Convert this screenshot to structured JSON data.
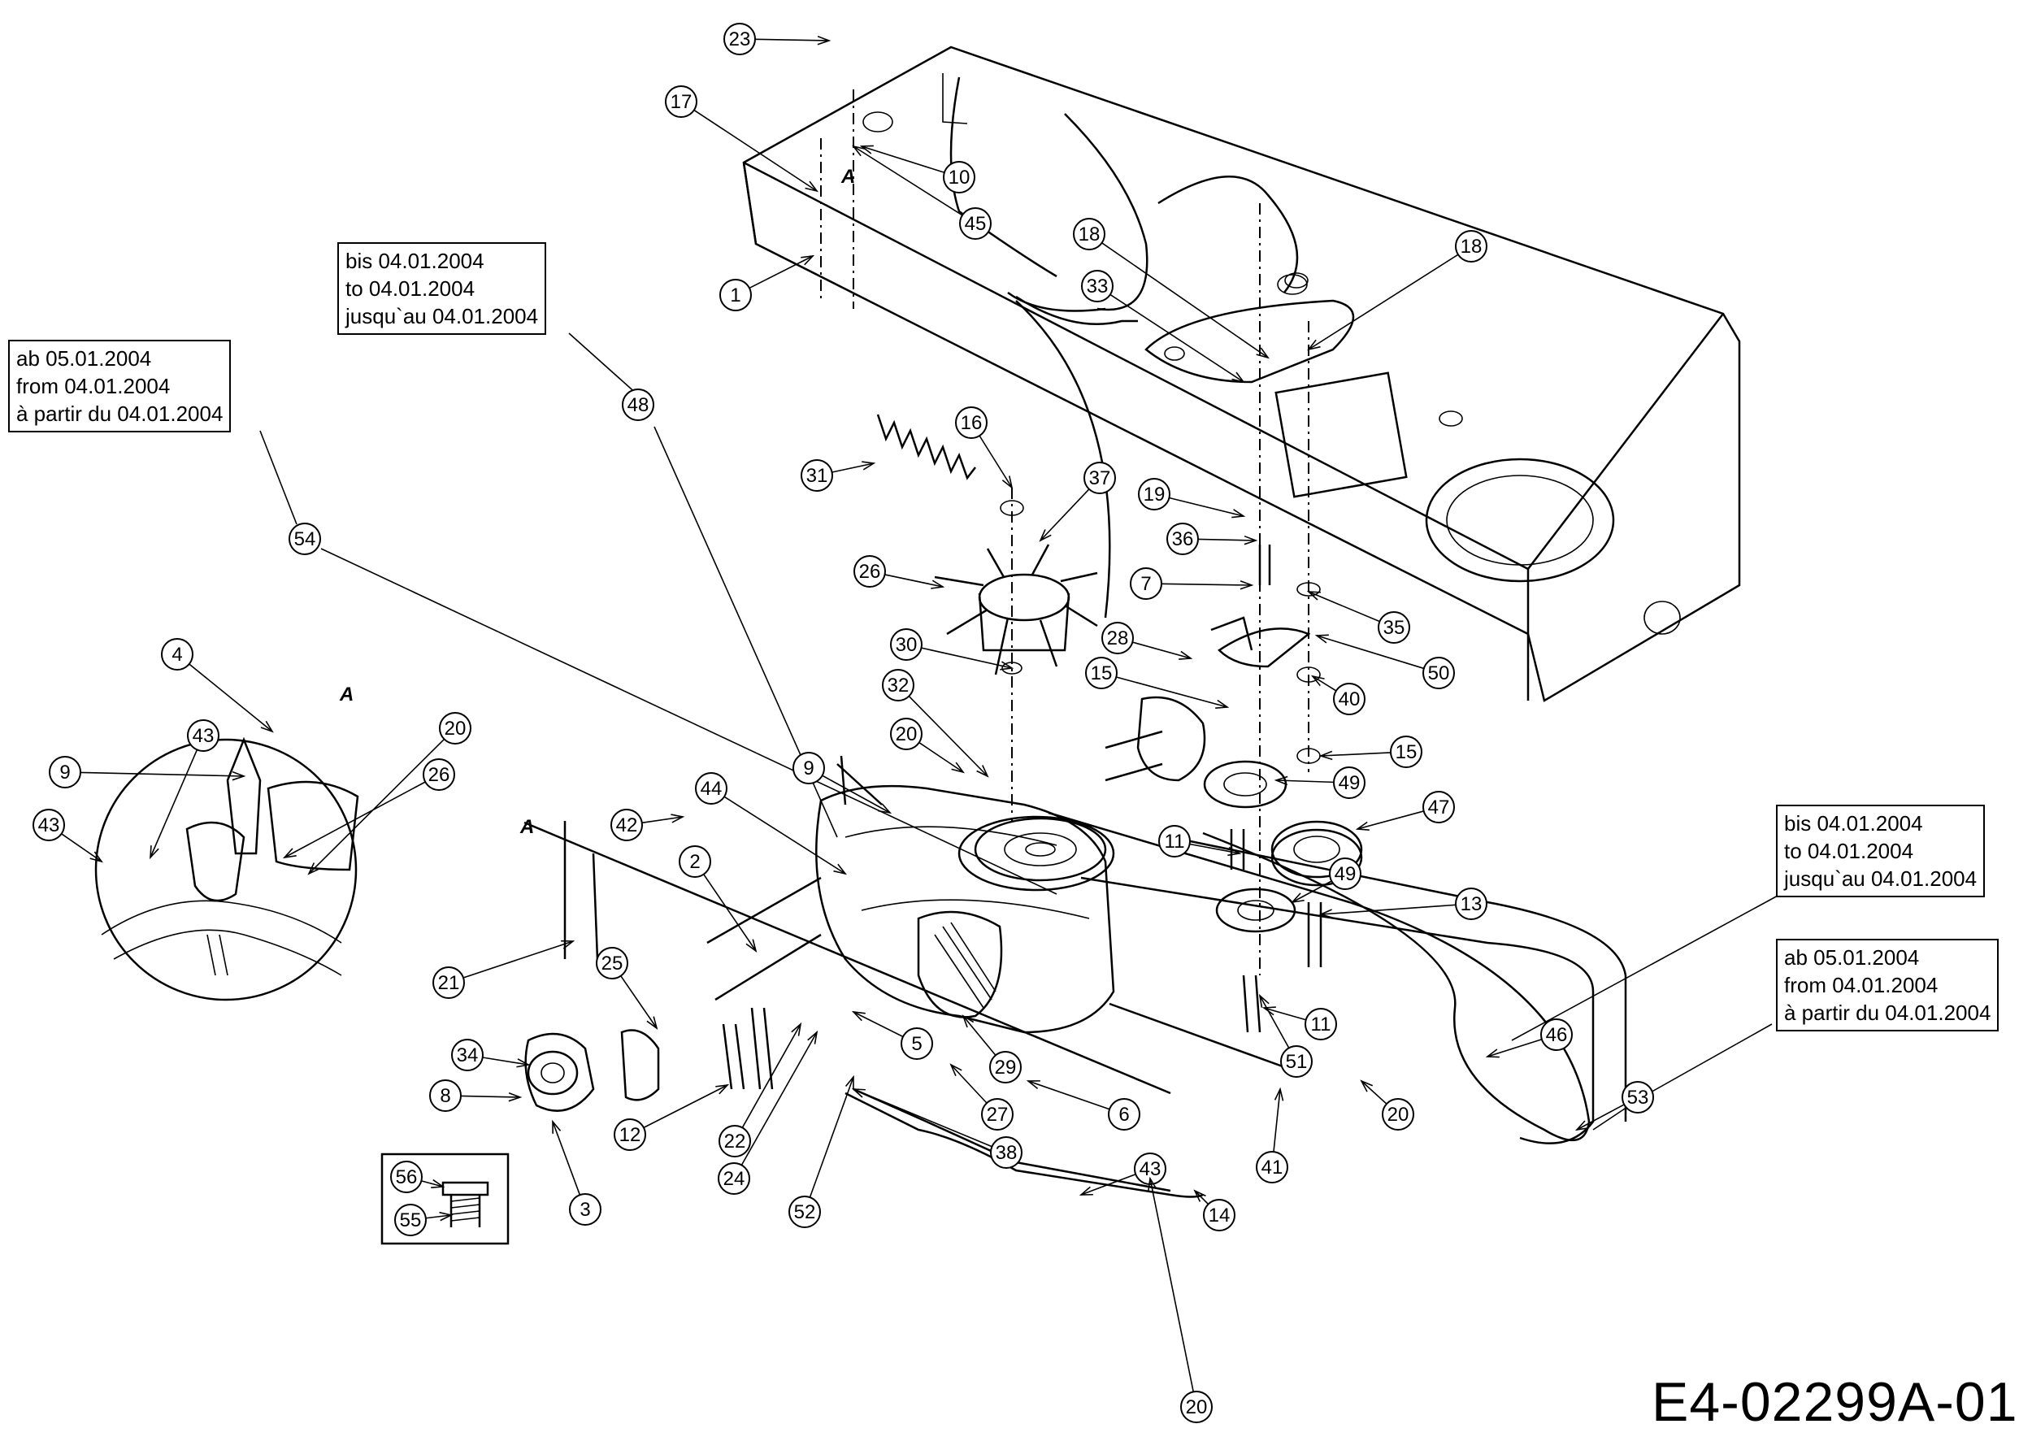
{
  "drawing_number": "E4-02299A-01",
  "notes": {
    "bis_left": [
      "bis 04.01.2004",
      "to 04.01.2004",
      "jusqu`au 04.01.2004"
    ],
    "ab_left": [
      "ab 05.01.2004",
      "from 04.01.2004",
      "à partir du 04.01.2004"
    ],
    "bis_right": [
      "bis 04.01.2004",
      "to 04.01.2004",
      "jusqu`au 04.01.2004"
    ],
    "ab_right": [
      "ab 05.01.2004",
      "from 04.01.2004",
      "à partir du 04.01.2004"
    ]
  },
  "detail_marker": "A",
  "callouts": [
    "23",
    "17",
    "10",
    "45",
    "1",
    "18",
    "33",
    "18",
    "48",
    "54",
    "16",
    "31",
    "37",
    "19",
    "36",
    "26",
    "7",
    "35",
    "28",
    "50",
    "30",
    "15",
    "40",
    "32",
    "20",
    "9",
    "15",
    "44",
    "49",
    "47",
    "42",
    "2",
    "11",
    "49",
    "13",
    "21",
    "25",
    "4",
    "43",
    "9",
    "20",
    "26",
    "43",
    "34",
    "8",
    "5",
    "29",
    "27",
    "6",
    "51",
    "11",
    "46",
    "53",
    "20",
    "41",
    "12",
    "22",
    "24",
    "38",
    "43",
    "52",
    "14",
    "20",
    "3",
    "56",
    "55"
  ]
}
